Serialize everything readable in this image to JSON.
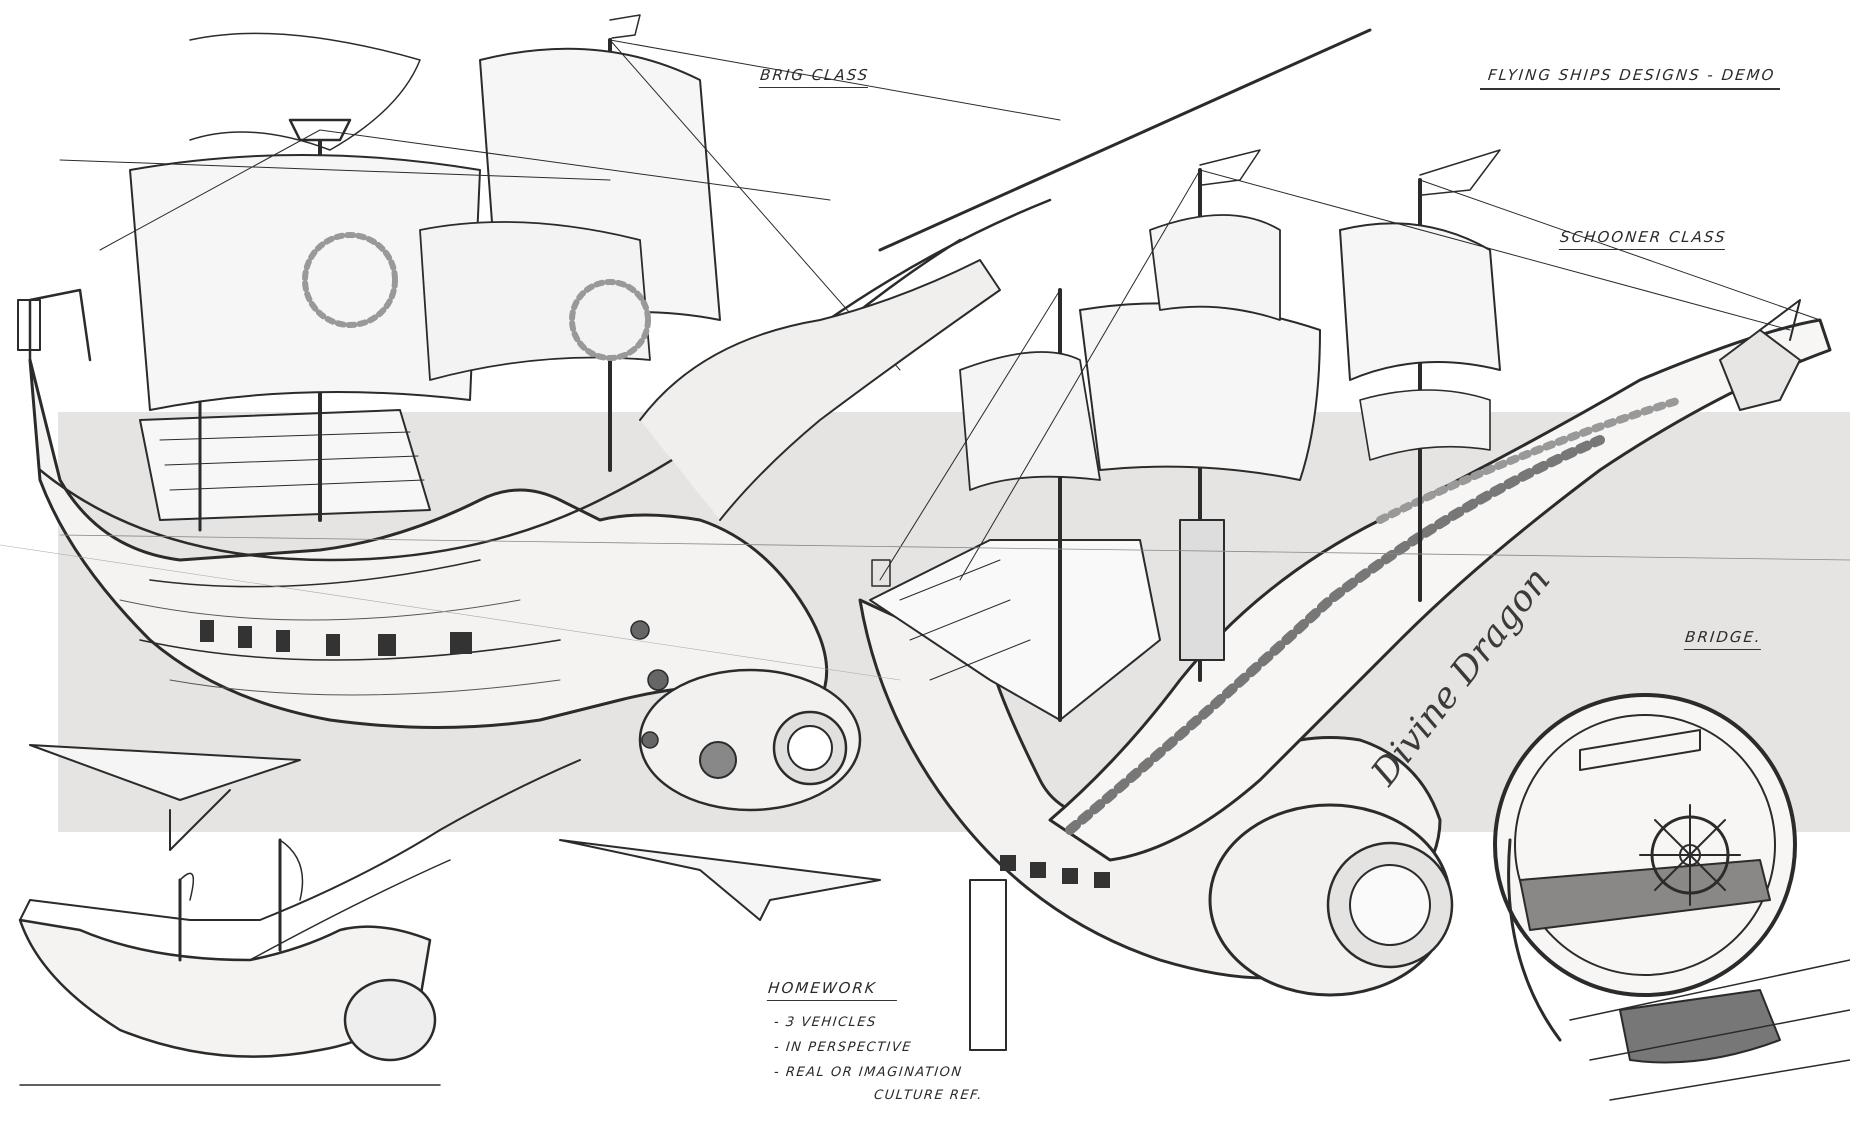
{
  "labels": {
    "title": "FLYING SHIPS DESIGNS - DEMO",
    "brig": "BRIG CLASS",
    "schooner": "SCHOONER CLASS",
    "bridge": "BRIDGE.",
    "homework": "HOMEWORK",
    "hull_name": "Divine Dragon"
  },
  "homework_items": [
    "- 3 VEHICLES",
    "- IN PERSPECTIVE",
    "- REAL OR IMAGINATION"
  ],
  "homework_note": "CULTURE REF.",
  "colors": {
    "band": "#e6e4e2",
    "ink": "#2b2b2b",
    "shade": "#c9c6c3"
  }
}
